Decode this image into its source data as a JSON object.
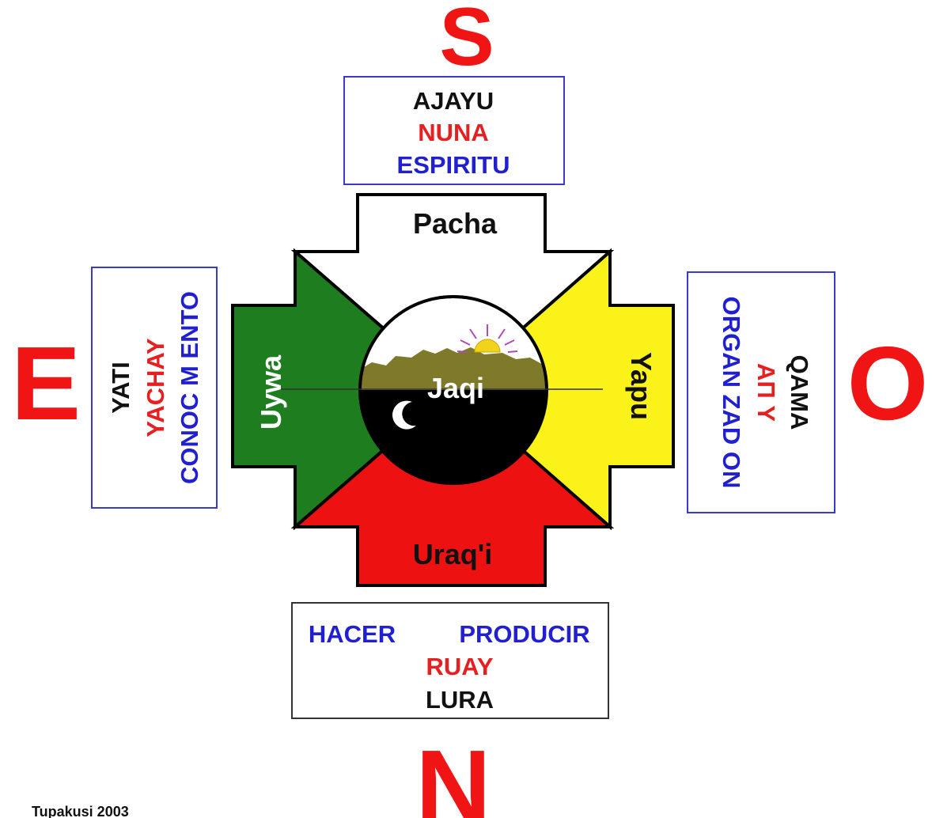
{
  "directions": {
    "south": "S",
    "east": "E",
    "west": "O",
    "north": "N"
  },
  "top_box": {
    "lines": [
      "AJAYU",
      "NUNA",
      "ESPIRITU"
    ]
  },
  "left_box": {
    "lines": [
      "YATI",
      "YACHAY",
      "CONOC M ENTO"
    ]
  },
  "right_box": {
    "lines": [
      "QAMA",
      "AΠ Y",
      "ORGAN ZAD ON"
    ]
  },
  "bottom_box": {
    "lines": [
      "HACER",
      "PRODUCIR",
      "RUAY",
      "LURA"
    ]
  },
  "zones": {
    "top": "Pacha",
    "left": "Uywa",
    "right": "Yapu",
    "bottom": "Uraq'i",
    "center": "Jaqi"
  },
  "credit": "Tupakusi 2003",
  "colors": {
    "direction_red": "#f01414",
    "text_black": "#111111",
    "text_red": "#e62020",
    "text_blue": "#2020d0",
    "box_border_blue": "#3a3ad0",
    "box_border_dark": "#333333",
    "zone_white": "#ffffff",
    "zone_green": "#1e7d1e",
    "zone_yellow": "#fbf219",
    "zone_red": "#ee1111",
    "mountain": "#7e7a2a",
    "night": "#000000",
    "sun": "#f2d21a",
    "sun_rays": "#b04ab0",
    "moon": "#ffffff"
  }
}
